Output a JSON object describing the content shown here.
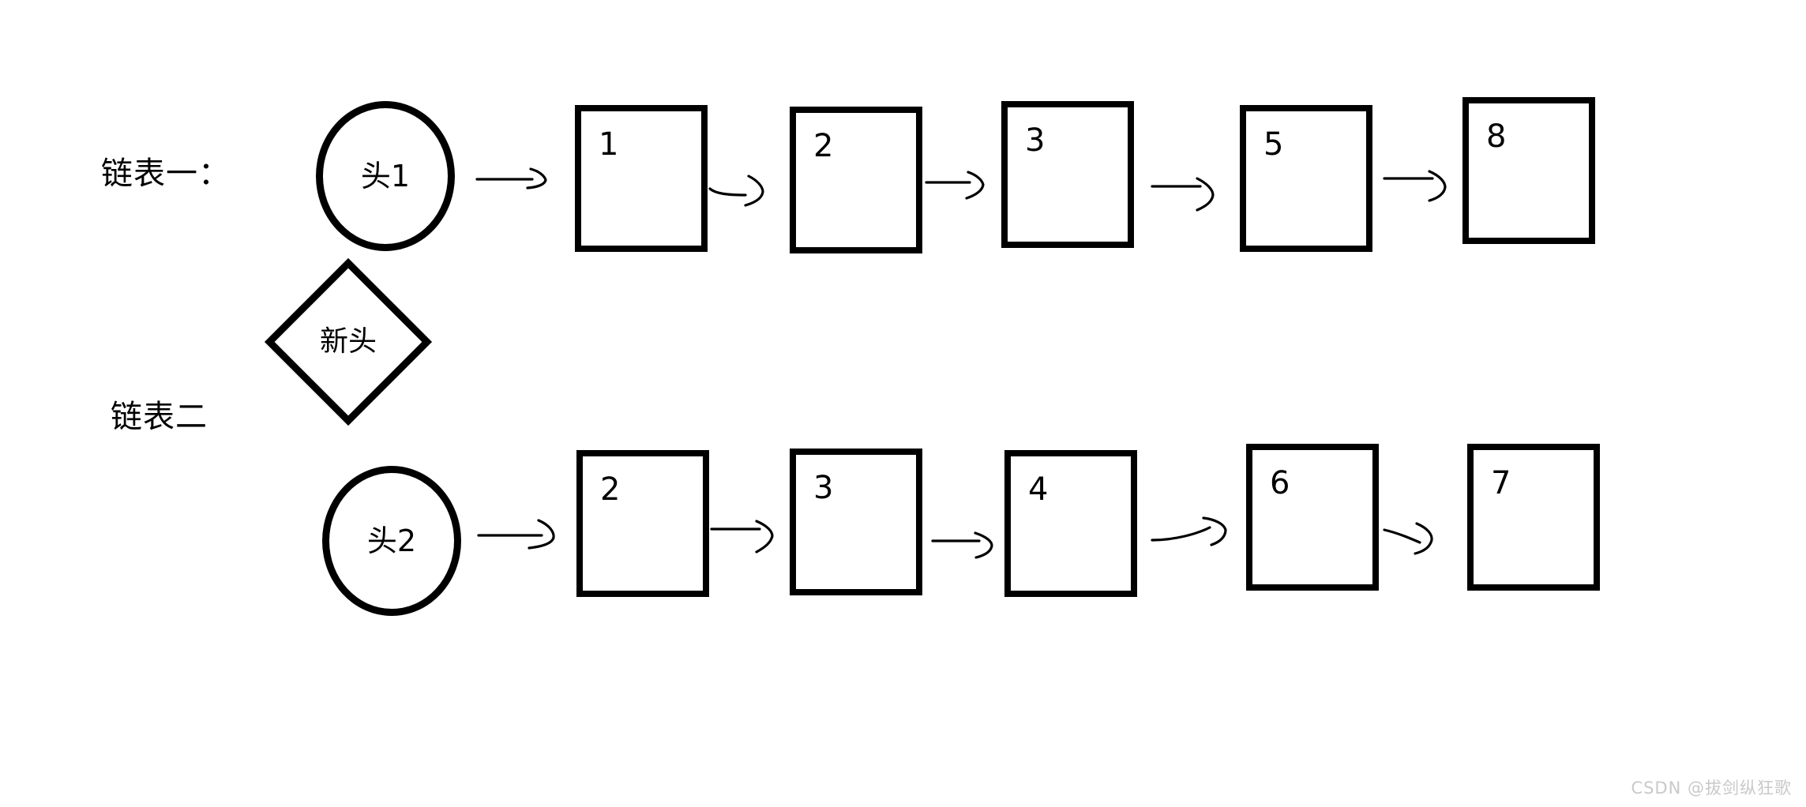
{
  "diagram": {
    "title": "Linked list merge diagram",
    "background_color": "#ffffff",
    "stroke_color": "#000000",
    "rows": [
      {
        "label": "链表一：",
        "head": {
          "shape": "circle",
          "text": "头1"
        },
        "nodes": [
          {
            "shape": "rect",
            "text": "1"
          },
          {
            "shape": "rect",
            "text": "2"
          },
          {
            "shape": "rect",
            "text": "3"
          },
          {
            "shape": "rect",
            "text": "5"
          },
          {
            "shape": "rect",
            "text": "8"
          }
        ]
      },
      {
        "label": "链表二",
        "head": {
          "shape": "circle",
          "text": "头2"
        },
        "nodes": [
          {
            "shape": "rect",
            "text": "2"
          },
          {
            "shape": "rect",
            "text": "3"
          },
          {
            "shape": "rect",
            "text": "4"
          },
          {
            "shape": "rect",
            "text": "6"
          },
          {
            "shape": "rect",
            "text": "7"
          }
        ]
      }
    ],
    "extra_node": {
      "shape": "diamond",
      "text": "新头"
    }
  },
  "watermark": {
    "text": "CSDN @拔剑纵狂歌",
    "color": "#c9c9c9"
  }
}
